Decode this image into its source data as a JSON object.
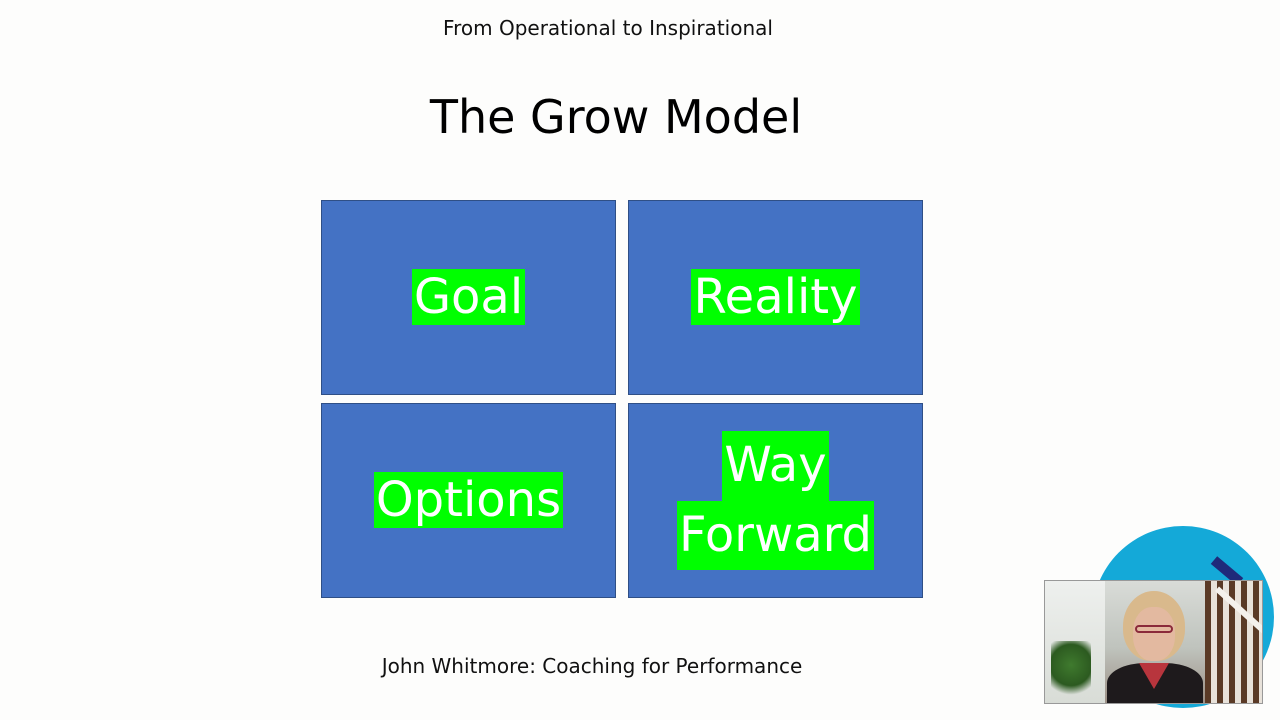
{
  "slide": {
    "subtitle": "From Operational to Inspirational",
    "title": "The Grow Model",
    "tiles": [
      {
        "label": "Goal"
      },
      {
        "label": "Reality"
      },
      {
        "label": "Options"
      },
      {
        "label_line1": "Way",
        "label_line2": "Forward"
      }
    ],
    "footer": "John Whitmore: Coaching for Performance"
  },
  "colors": {
    "tile_fill": "#4472c4",
    "highlight": "#00ff00",
    "tile_text": "#ffffff",
    "webcam_circle": "#14a9d8"
  },
  "webcam": {
    "icon": "presenter-video-feed"
  }
}
